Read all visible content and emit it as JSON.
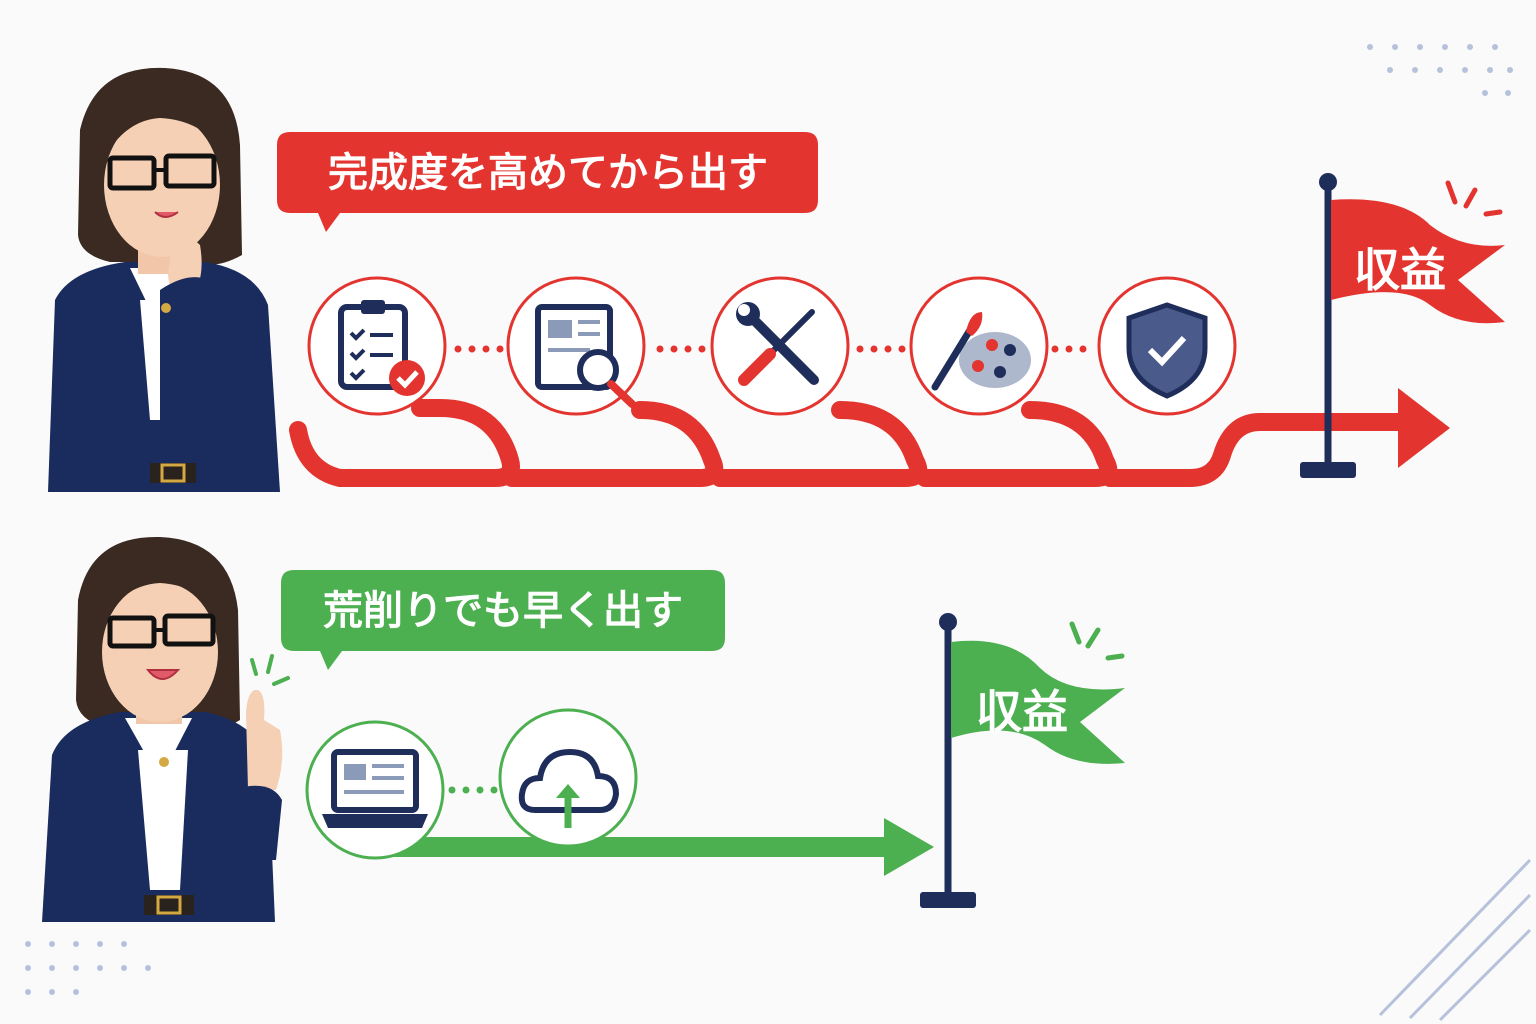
{
  "colors": {
    "red": "#e3342f",
    "green": "#4caf50",
    "navy": "#1e2d5a",
    "background": "#fafafa"
  },
  "top_row": {
    "speech_bubble": "完成度を高めてから出す",
    "flag_label": "収益",
    "steps": [
      {
        "icon": "clipboard-check-icon"
      },
      {
        "icon": "document-search-icon"
      },
      {
        "icon": "wrench-screwdriver-icon"
      },
      {
        "icon": "paint-palette-icon"
      },
      {
        "icon": "shield-check-icon"
      }
    ]
  },
  "bottom_row": {
    "speech_bubble": "荒削りでも早く出す",
    "flag_label": "収益",
    "steps": [
      {
        "icon": "laptop-icon"
      },
      {
        "icon": "cloud-upload-icon"
      }
    ]
  }
}
